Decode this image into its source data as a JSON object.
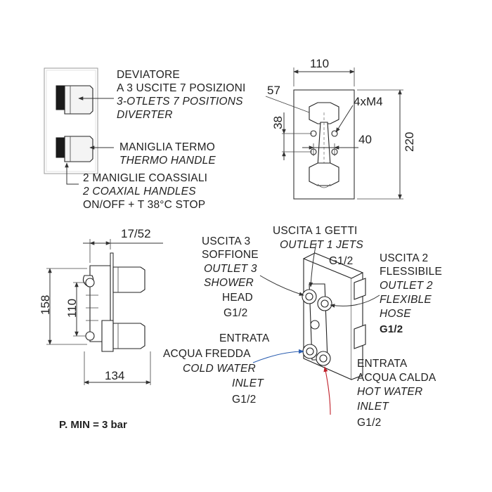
{
  "top_left": {
    "deviator": [
      "DEVIATORE",
      "A 3 USCITE 7 POSIZIONI",
      "3-OTLETS 7 POSITIONS",
      "DIVERTER"
    ],
    "thermo": [
      "MANIGLIA TERMO",
      "THERMO HANDLE"
    ],
    "coaxial": [
      "2 MANIGLIE COASSIALI",
      "2 COAXIAL HANDLES",
      "ON/OFF + T 38°C STOP"
    ]
  },
  "top_right": {
    "width": "110",
    "d57": "57",
    "screws": "4xM4",
    "d38": "38",
    "d40": "40",
    "height": "220"
  },
  "side": {
    "top_dim": "17/52",
    "h158": "158",
    "h110": "110",
    "w134": "134"
  },
  "outlets": {
    "out3": [
      "USCITA 3",
      "SOFFIONE",
      "OUTLET 3",
      "SHOWER",
      "HEAD",
      "G1/2"
    ],
    "out1": [
      "USCITA 1 GETTI",
      "OUTLET 1 JETS",
      "G1/2"
    ],
    "out2": [
      "USCITA 2",
      "FLESSIBILE",
      "OUTLET 2",
      "FLEXIBLE",
      "HOSE",
      "G1/2"
    ],
    "cold": [
      "ENTRATA",
      "ACQUA FREDDA",
      "COLD WATER",
      "INLET",
      "G1/2"
    ],
    "hot": [
      "ENTRATA",
      "ACQUA CALDA",
      "HOT WATER",
      "INLET",
      "G1/2"
    ]
  },
  "pressure": "P. MIN = 3 bar",
  "colors": {
    "cold_arrow": "#2a5db0",
    "hot_arrow": "#c0202a"
  }
}
